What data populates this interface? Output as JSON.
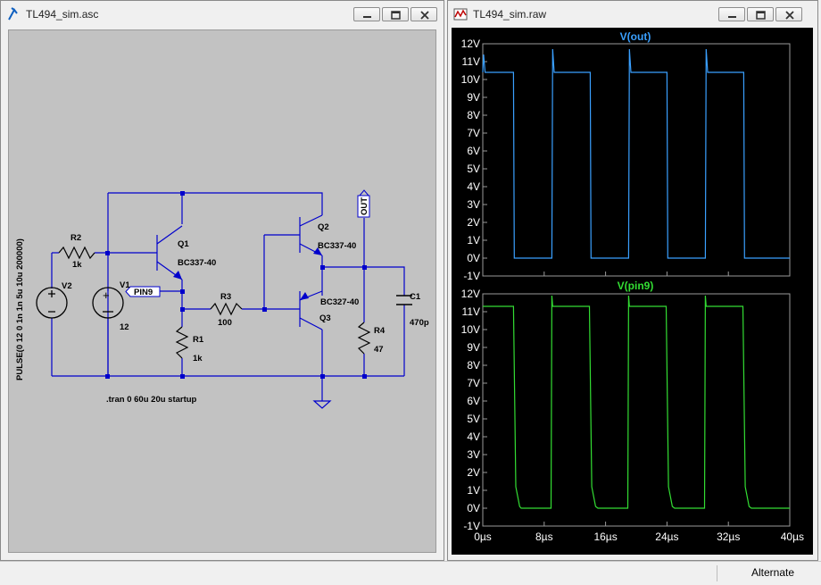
{
  "colors": {
    "wire": "#0000cc",
    "trace_out": "#3aa0ff",
    "trace_pin9": "#33dd33",
    "plot_bg": "#000000",
    "schematic_bg": "#c2c2c2"
  },
  "schematic_window": {
    "title": "TL494_sim.asc",
    "icon": "ltspice-schematic-icon",
    "labels": {
      "q1": "Q1",
      "q1_model": "BC337-40",
      "q2": "Q2",
      "q2_model": "BC337-40",
      "q3": "Q3",
      "q3_model": "BC327-40",
      "r1": "R1",
      "r1_val": "1k",
      "r2": "R2",
      "r2_val": "1k",
      "r3": "R3",
      "r3_val": "100",
      "r4": "R4",
      "r4_val": "47",
      "c1": "C1",
      "c1_val": "470p",
      "v1": "V1",
      "v1_val": "12",
      "v2": "V2",
      "v2_pulse": "PULSE(0 12 0 1n 1n 5u 10u 200000)",
      "pin9_flag": "PIN9",
      "out_flag": "OUT",
      "directive": ".tran 0 60u 20u startup",
      "plus": "+"
    }
  },
  "waveform_window": {
    "title": "TL494_sim.raw",
    "icon": "ltspice-waveform-icon",
    "panes": [
      {
        "trace": "V(out)",
        "color": "#3aa0ff"
      },
      {
        "trace": "V(pin9)",
        "color": "#33dd33"
      }
    ],
    "y_ticks": [
      "12V",
      "11V",
      "10V",
      "9V",
      "8V",
      "7V",
      "6V",
      "5V",
      "4V",
      "3V",
      "2V",
      "1V",
      "0V",
      "-1V"
    ],
    "x_ticks": [
      "0µs",
      "8µs",
      "16µs",
      "24µs",
      "32µs",
      "40µs"
    ]
  },
  "chart_data": [
    {
      "type": "line",
      "title": "V(out)",
      "xlabel": "",
      "ylabel": "",
      "xlim": [
        0,
        40
      ],
      "ylim": [
        -1,
        12
      ],
      "series": [
        {
          "name": "V(out)",
          "x": [
            0,
            0.1,
            0.3,
            4.0,
            4.1,
            5.0,
            9.0,
            9.1,
            9.3,
            14.0,
            14.1,
            15.0,
            19.0,
            19.1,
            19.3,
            24.0,
            24.1,
            25.0,
            29.0,
            29.1,
            29.3,
            34.0,
            34.1,
            35.0,
            40.0
          ],
          "y": [
            10.4,
            11.4,
            10.4,
            10.4,
            0.0,
            0.0,
            0.0,
            11.7,
            10.4,
            10.4,
            0.0,
            0.0,
            0.0,
            11.7,
            10.4,
            10.4,
            0.0,
            0.0,
            0.0,
            11.7,
            10.4,
            10.4,
            0.0,
            0.0,
            0.0
          ]
        }
      ]
    },
    {
      "type": "line",
      "title": "V(pin9)",
      "xlabel": "",
      "ylabel": "",
      "xlim": [
        0,
        40
      ],
      "ylim": [
        -1,
        12
      ],
      "series": [
        {
          "name": "V(pin9)",
          "x": [
            0,
            4.0,
            4.3,
            4.8,
            5.0,
            8.9,
            9.0,
            9.1,
            9.3,
            13.9,
            14.2,
            14.7,
            15.0,
            18.9,
            19.0,
            19.1,
            19.3,
            23.9,
            24.2,
            24.7,
            25.0,
            28.9,
            29.0,
            29.1,
            29.3,
            33.9,
            34.2,
            34.7,
            35.0,
            40.0
          ],
          "y": [
            11.3,
            11.3,
            1.2,
            0.1,
            0.0,
            0.0,
            11.9,
            11.3,
            11.3,
            11.3,
            1.2,
            0.1,
            0.0,
            0.0,
            11.9,
            11.3,
            11.3,
            11.3,
            1.2,
            0.1,
            0.0,
            0.0,
            11.9,
            11.3,
            11.3,
            11.3,
            1.2,
            0.1,
            0.0,
            0.0
          ]
        }
      ]
    }
  ],
  "status_bar": {
    "text": "Alternate"
  }
}
